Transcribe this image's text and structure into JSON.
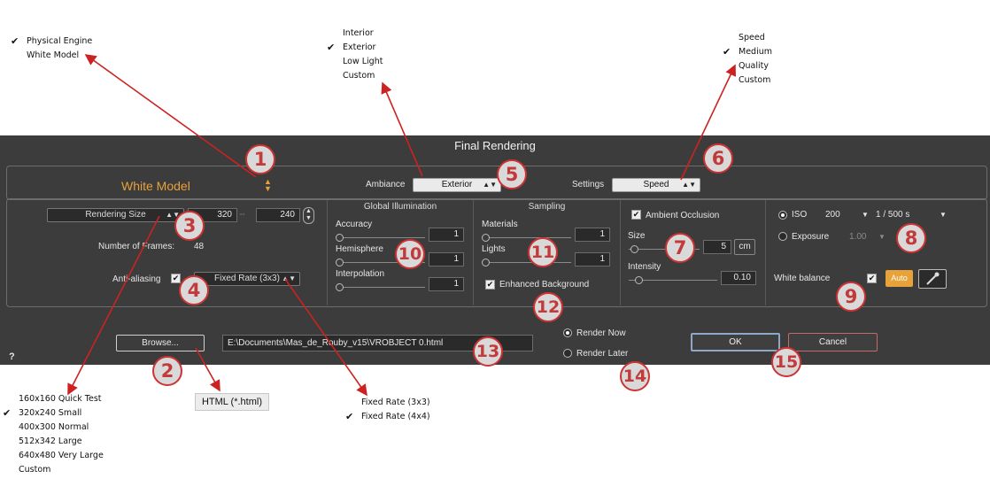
{
  "menus": {
    "engine": {
      "items": [
        {
          "label": "Physical Engine",
          "checked": true
        },
        {
          "label": "White Model",
          "checked": false
        }
      ]
    },
    "ambiance": {
      "items": [
        {
          "label": "Interior",
          "checked": false
        },
        {
          "label": "Exterior",
          "checked": true
        },
        {
          "label": "Low Light",
          "checked": false
        },
        {
          "label": "Custom",
          "checked": false
        }
      ]
    },
    "settings": {
      "items": [
        {
          "label": "Speed",
          "checked": false
        },
        {
          "label": "Medium",
          "checked": true
        },
        {
          "label": "Quality",
          "checked": false
        },
        {
          "label": "Custom",
          "checked": false
        }
      ]
    },
    "rendering_size": {
      "items": [
        {
          "label": "160x160 Quick Test",
          "checked": false
        },
        {
          "label": "320x240 Small",
          "checked": true
        },
        {
          "label": "400x300 Normal",
          "checked": false
        },
        {
          "label": "512x342 Large",
          "checked": false
        },
        {
          "label": "640x480 Very Large",
          "checked": false
        },
        {
          "label": "Custom",
          "checked": false
        }
      ]
    },
    "antialiasing": {
      "items": [
        {
          "label": "Fixed Rate (3x3)",
          "checked": false
        },
        {
          "label": "Fixed Rate (4x4)",
          "checked": true
        }
      ]
    },
    "file_type": {
      "label": "HTML (*.html)"
    }
  },
  "dialog": {
    "title": "Final Rendering",
    "engine_label": "White Model",
    "ambiance": {
      "label": "Ambiance",
      "value": "Exterior"
    },
    "settings": {
      "label": "Settings",
      "value": "Speed"
    },
    "size": {
      "combo": "Rendering Size",
      "width": "320",
      "height": "240",
      "frames_label": "Number of Frames:",
      "frames_value": "48",
      "aa_label": "Anti-aliasing",
      "aa_value": "Fixed Rate (3x3)"
    },
    "gi": {
      "title": "Global Illumination",
      "accuracy_label": "Accuracy",
      "accuracy": "1",
      "hemisphere_label": "Hemisphere",
      "hemisphere": "1",
      "interpolation_label": "Interpolation",
      "interpolation": "1"
    },
    "sampling": {
      "title": "Sampling",
      "materials_label": "Materials",
      "materials": "1",
      "lights_label": "Lights",
      "lights": "1",
      "enhanced_label": "Enhanced Background"
    },
    "ao": {
      "label": "Ambient Occlusion",
      "size_label": "Size",
      "size": "5",
      "unit": "cm",
      "intensity_label": "Intensity",
      "intensity": "0.10"
    },
    "camera": {
      "iso_label": "ISO",
      "iso": "200",
      "shutter": "1 / 500 s",
      "exposure_label": "Exposure",
      "exposure": "1.00",
      "wb_label": "White balance",
      "auto_label": "Auto"
    },
    "browse_label": "Browse...",
    "path": "E:\\Documents\\Mas_de_Rouby_v15\\VROBJECT 0.html",
    "render_now": "Render Now",
    "render_later": "Render Later",
    "ok": "OK",
    "cancel": "Cancel",
    "help": "?"
  },
  "callouts": [
    "1",
    "2",
    "3",
    "4",
    "5",
    "6",
    "7",
    "8",
    "9",
    "10",
    "11",
    "12",
    "13",
    "14",
    "15"
  ],
  "colors": {
    "dialog_bg": "#3c3c3c",
    "accent": "#e8a23a",
    "callout": "#cc3333"
  }
}
